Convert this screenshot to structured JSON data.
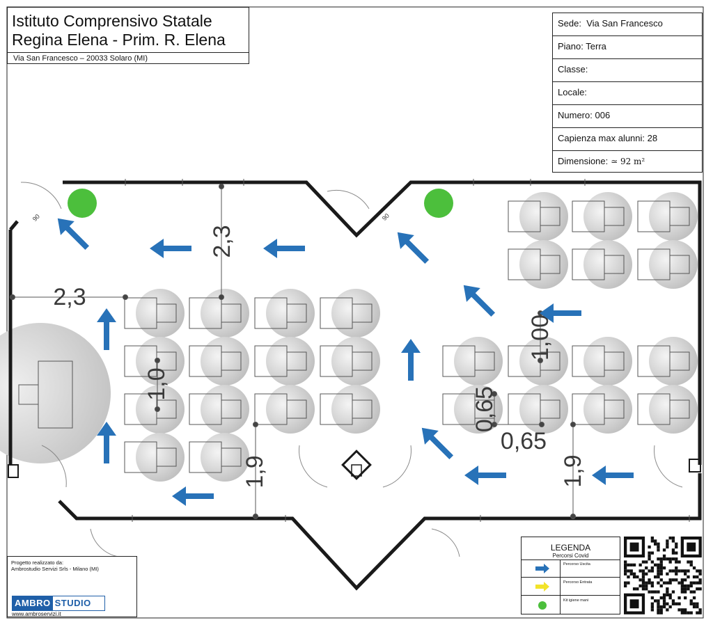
{
  "header": {
    "line1": "Istituto Comprensivo Statale",
    "line2": "Regina Elena - Prim. R. Elena",
    "address": "Via San Francesco – 20033 Solaro (MI)"
  },
  "info": {
    "sede_label": "Sede:",
    "sede": "Via San Francesco",
    "piano_label": "Piano:",
    "piano": "Terra",
    "classe_label": "Classe:",
    "classe": "",
    "locale_label": "Locale:",
    "locale": "",
    "numero_label": "Numero:",
    "numero": "006",
    "capienza_label": "Capienza max alunni:",
    "capienza": "28",
    "dimensione_label": "Dimensione:",
    "dimensione": "≃ 92 m²"
  },
  "dimensions": {
    "left_h": "2,3",
    "top_v": "2,3",
    "row_gap_left": "1,0",
    "bottom_left": "1,9",
    "row_gap_right": "1,00",
    "desk_v": "0,65",
    "desk_h": "0,65",
    "bottom_right": "1,9",
    "door_left": "90",
    "door_right": "90"
  },
  "legend": {
    "title": "LEGENDA",
    "subtitle": "Percorsi Covid",
    "exit": "Percorso Uscita",
    "entry": "Percorso Entrata",
    "kit": "Kit igiene mani"
  },
  "credits": {
    "line1": "Progetto realizzato da:",
    "line2": "Ambrostudio Servizi Srls - Milano (MI)",
    "logo_a": "AMBRO",
    "logo_b": "STUDIO",
    "site": "www.ambroservizi.it"
  },
  "colors": {
    "exit_arrow": "#2872b8",
    "entry_arrow": "#f2e32a",
    "kit_dot": "#4cbf3c",
    "wall": "#1a1a1a"
  }
}
